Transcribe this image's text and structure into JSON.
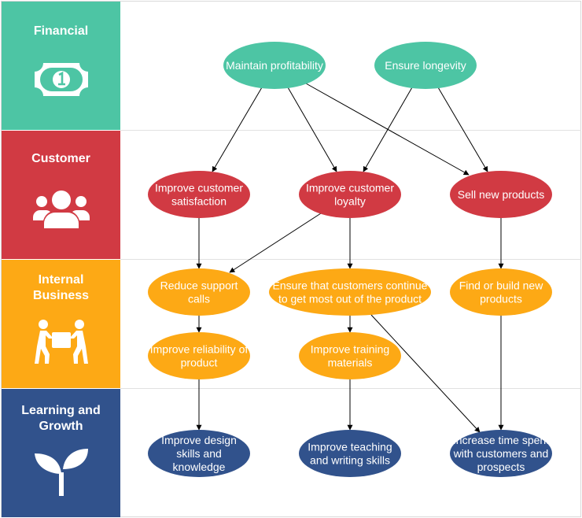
{
  "perspectives": [
    {
      "name": "Financial",
      "color": "#4dc5a4",
      "icon": "money-bill-icon"
    },
    {
      "name": "Customer",
      "color": "#d13a43",
      "icon": "users-group-icon"
    },
    {
      "name": "Internal\nBusiness",
      "color": "#fda915",
      "icon": "people-carrying-box-icon"
    },
    {
      "name": "Learning and\nGrowth",
      "color": "#31528c",
      "icon": "sprout-icon"
    }
  ],
  "nodes": [
    {
      "id": "n1",
      "lines": [
        "Maintain profitability"
      ],
      "lane": 0
    },
    {
      "id": "n2",
      "lines": [
        "Ensure longevity"
      ],
      "lane": 0
    },
    {
      "id": "n3",
      "lines": [
        "Improve customer",
        "satisfaction"
      ],
      "lane": 1
    },
    {
      "id": "n4",
      "lines": [
        "Improve customer",
        "loyalty"
      ],
      "lane": 1
    },
    {
      "id": "n5",
      "lines": [
        "Sell new products"
      ],
      "lane": 1
    },
    {
      "id": "n6",
      "lines": [
        "Reduce support",
        "calls"
      ],
      "lane": 2
    },
    {
      "id": "n7",
      "lines": [
        "Ensure that customers continue",
        "to get most out of the product"
      ],
      "lane": 2
    },
    {
      "id": "n8",
      "lines": [
        "Find or build new",
        "products"
      ],
      "lane": 2
    },
    {
      "id": "n9",
      "lines": [
        "Improve reliability of",
        "product"
      ],
      "lane": 2
    },
    {
      "id": "n10",
      "lines": [
        "Improve training",
        "materials"
      ],
      "lane": 2
    },
    {
      "id": "n11",
      "lines": [
        "Improve design",
        "skills and",
        "knowledge"
      ],
      "lane": 3
    },
    {
      "id": "n12",
      "lines": [
        "Improve teaching",
        "and writing skills"
      ],
      "lane": 3
    },
    {
      "id": "n13",
      "lines": [
        "Increase time spent",
        "with customers and",
        "prospects"
      ],
      "lane": 3
    }
  ],
  "edges": [
    [
      "n1",
      "n3"
    ],
    [
      "n1",
      "n4"
    ],
    [
      "n1",
      "n5"
    ],
    [
      "n2",
      "n4"
    ],
    [
      "n2",
      "n5"
    ],
    [
      "n3",
      "n6"
    ],
    [
      "n4",
      "n6"
    ],
    [
      "n4",
      "n7"
    ],
    [
      "n5",
      "n8"
    ],
    [
      "n6",
      "n9"
    ],
    [
      "n7",
      "n10"
    ],
    [
      "n7",
      "n13"
    ],
    [
      "n9",
      "n11"
    ],
    [
      "n10",
      "n12"
    ],
    [
      "n8",
      "n13"
    ]
  ]
}
